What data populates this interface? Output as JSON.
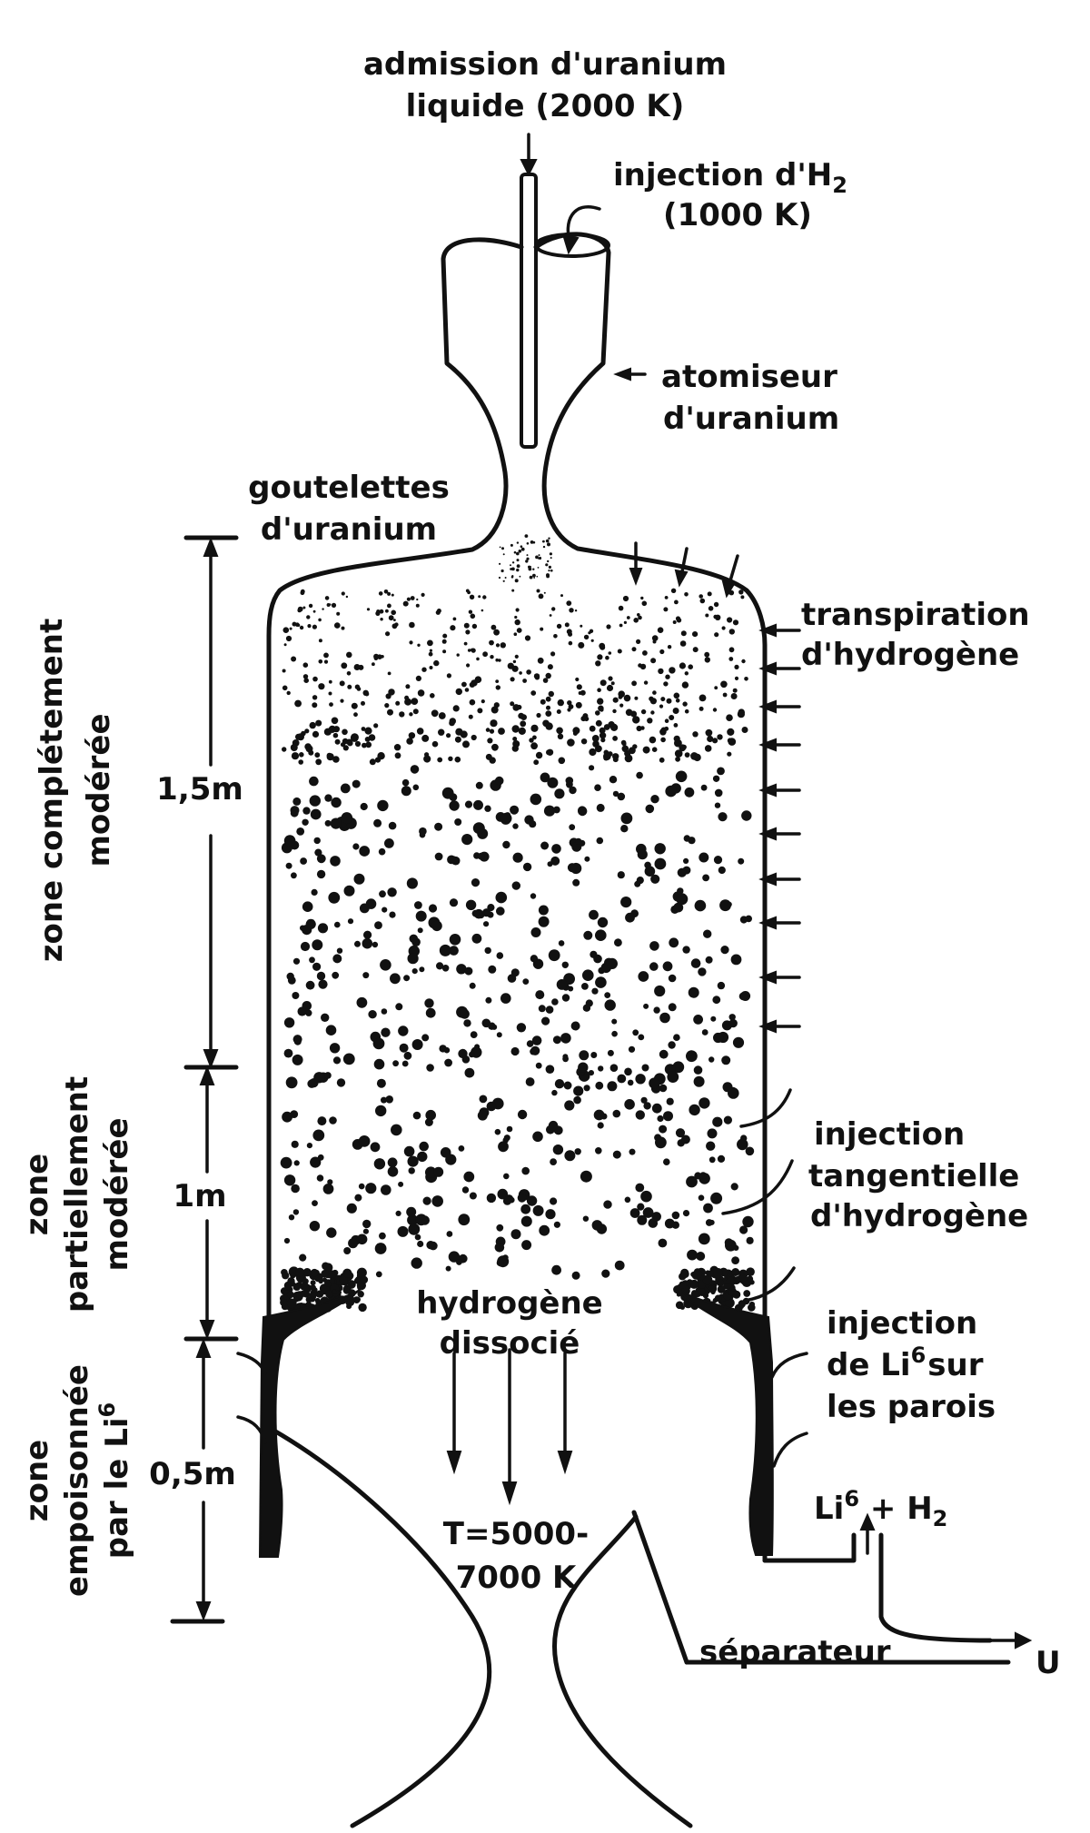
{
  "labels": {
    "admission_line1": "admission d'uranium",
    "admission_line2": "liquide (2000 K)",
    "injection_h2_prefix": "injection d'H",
    "injection_h2_sub": "2",
    "injection_h2_line2": "(1000 K)",
    "atomiseur_line1": "atomiseur",
    "atomiseur_line2": "d'uranium",
    "goutelettes_line1": "goutelettes",
    "goutelettes_line2": "d'uranium",
    "transpiration_line1": "transpiration",
    "transpiration_line2": "d'hydrogène",
    "injection_tang_line1": "injection",
    "injection_tang_line2": "tangentielle",
    "injection_tang_line3": "d'hydrogène",
    "injection_li_line1": "injection",
    "injection_li_line2_prefix": "de Li",
    "injection_li_line2_sup": "6",
    "injection_li_line2_suffix": "sur",
    "injection_li_line3": "les parois",
    "li_h2_li": "Li",
    "li_h2_sup": "6",
    "li_h2_plus": " + H",
    "li_h2_sub": "2",
    "hydrogene_line1": "hydrogène",
    "hydrogene_line2": "dissocié",
    "temp_line1": "T=5000-",
    "temp_line2": "7000 K",
    "separateur": "séparateur",
    "u_output": "U"
  },
  "zones": [
    {
      "line1": "zone complétement",
      "line2": "modérée",
      "height_label": "1,5m"
    },
    {
      "line1": "zone",
      "line2": "partiellement",
      "line3": "modérée",
      "height_label": "1m"
    },
    {
      "line1": "zone",
      "line2": "empoisonnée",
      "line3_prefix": "par le Li",
      "line3_sup": "6",
      "height_label": "0,5m"
    }
  ]
}
